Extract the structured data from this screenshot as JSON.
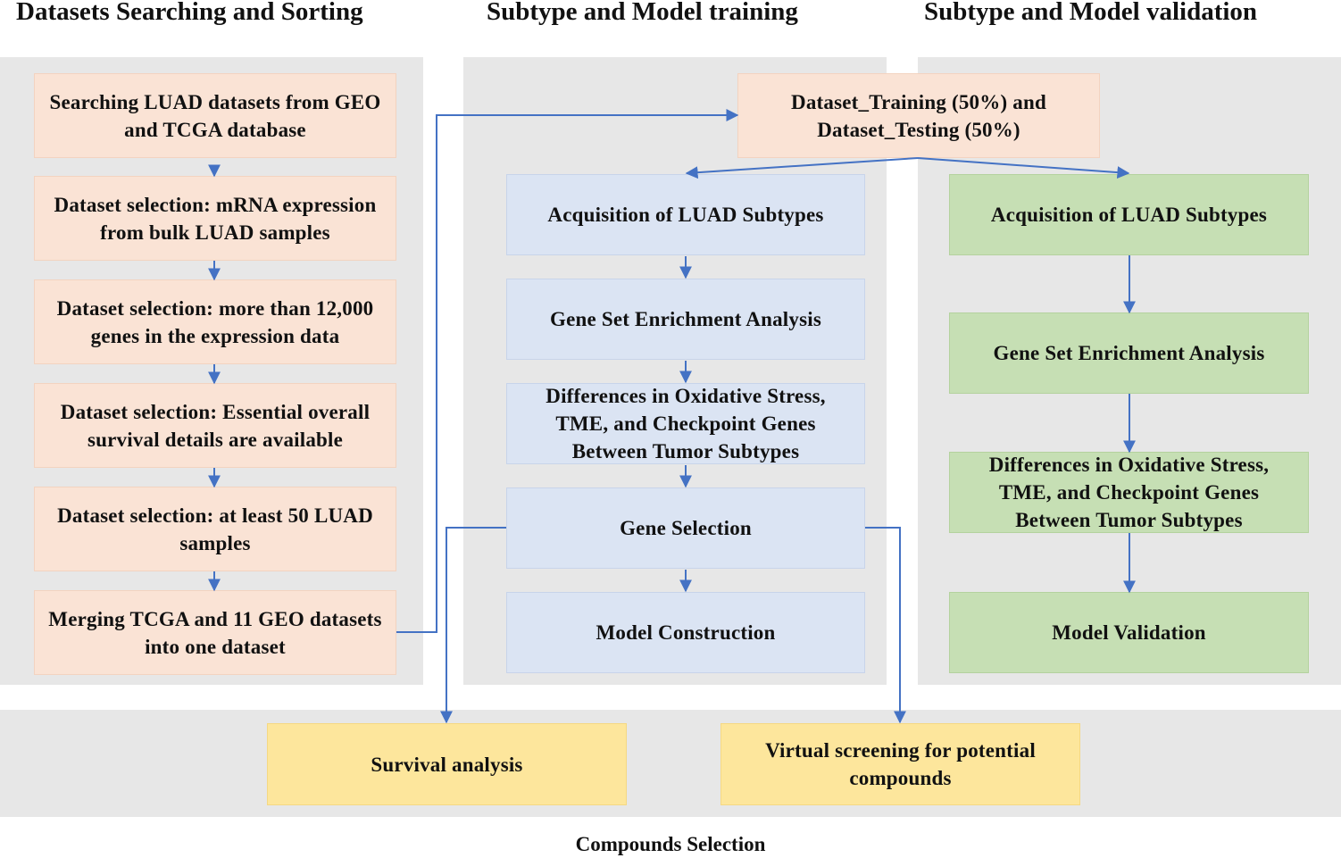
{
  "columns": {
    "searching": "Datasets Searching and Sorting",
    "training": "Subtype and Model training",
    "validation": "Subtype and Model validation"
  },
  "searching_steps": [
    "Searching LUAD datasets from GEO and TCGA database",
    "Dataset selection: mRNA expression from bulk LUAD samples",
    "Dataset selection: more than 12,000 genes in the expression data",
    "Dataset selection: Essential overall survival details are available",
    "Dataset selection: at least 50 LUAD samples",
    "Merging TCGA and 11 GEO datasets into one dataset"
  ],
  "split": "Dataset_Training (50%) and Dataset_Testing (50%)",
  "training_steps": [
    "Acquisition of LUAD Subtypes",
    "Gene Set Enrichment Analysis",
    "Differences in Oxidative Stress, TME, and Checkpoint Genes Between Tumor Subtypes",
    "Gene Selection",
    "Model Construction"
  ],
  "validation_steps": [
    "Acquisition of LUAD Subtypes",
    "Gene Set Enrichment Analysis",
    "Differences in Oxidative Stress, TME, and Checkpoint Genes Between Tumor Subtypes",
    "Model Validation"
  ],
  "compounds": {
    "survival": "Survival analysis",
    "screening": "Virtual screening for potential compounds",
    "label": "Compounds Selection"
  },
  "colors": {
    "panel": "#e7e7e7",
    "peach": "#fae3d5",
    "blue": "#dbe4f3",
    "green": "#c6dfb4",
    "yellow": "#fde69c",
    "arrow": "#4472c4"
  }
}
